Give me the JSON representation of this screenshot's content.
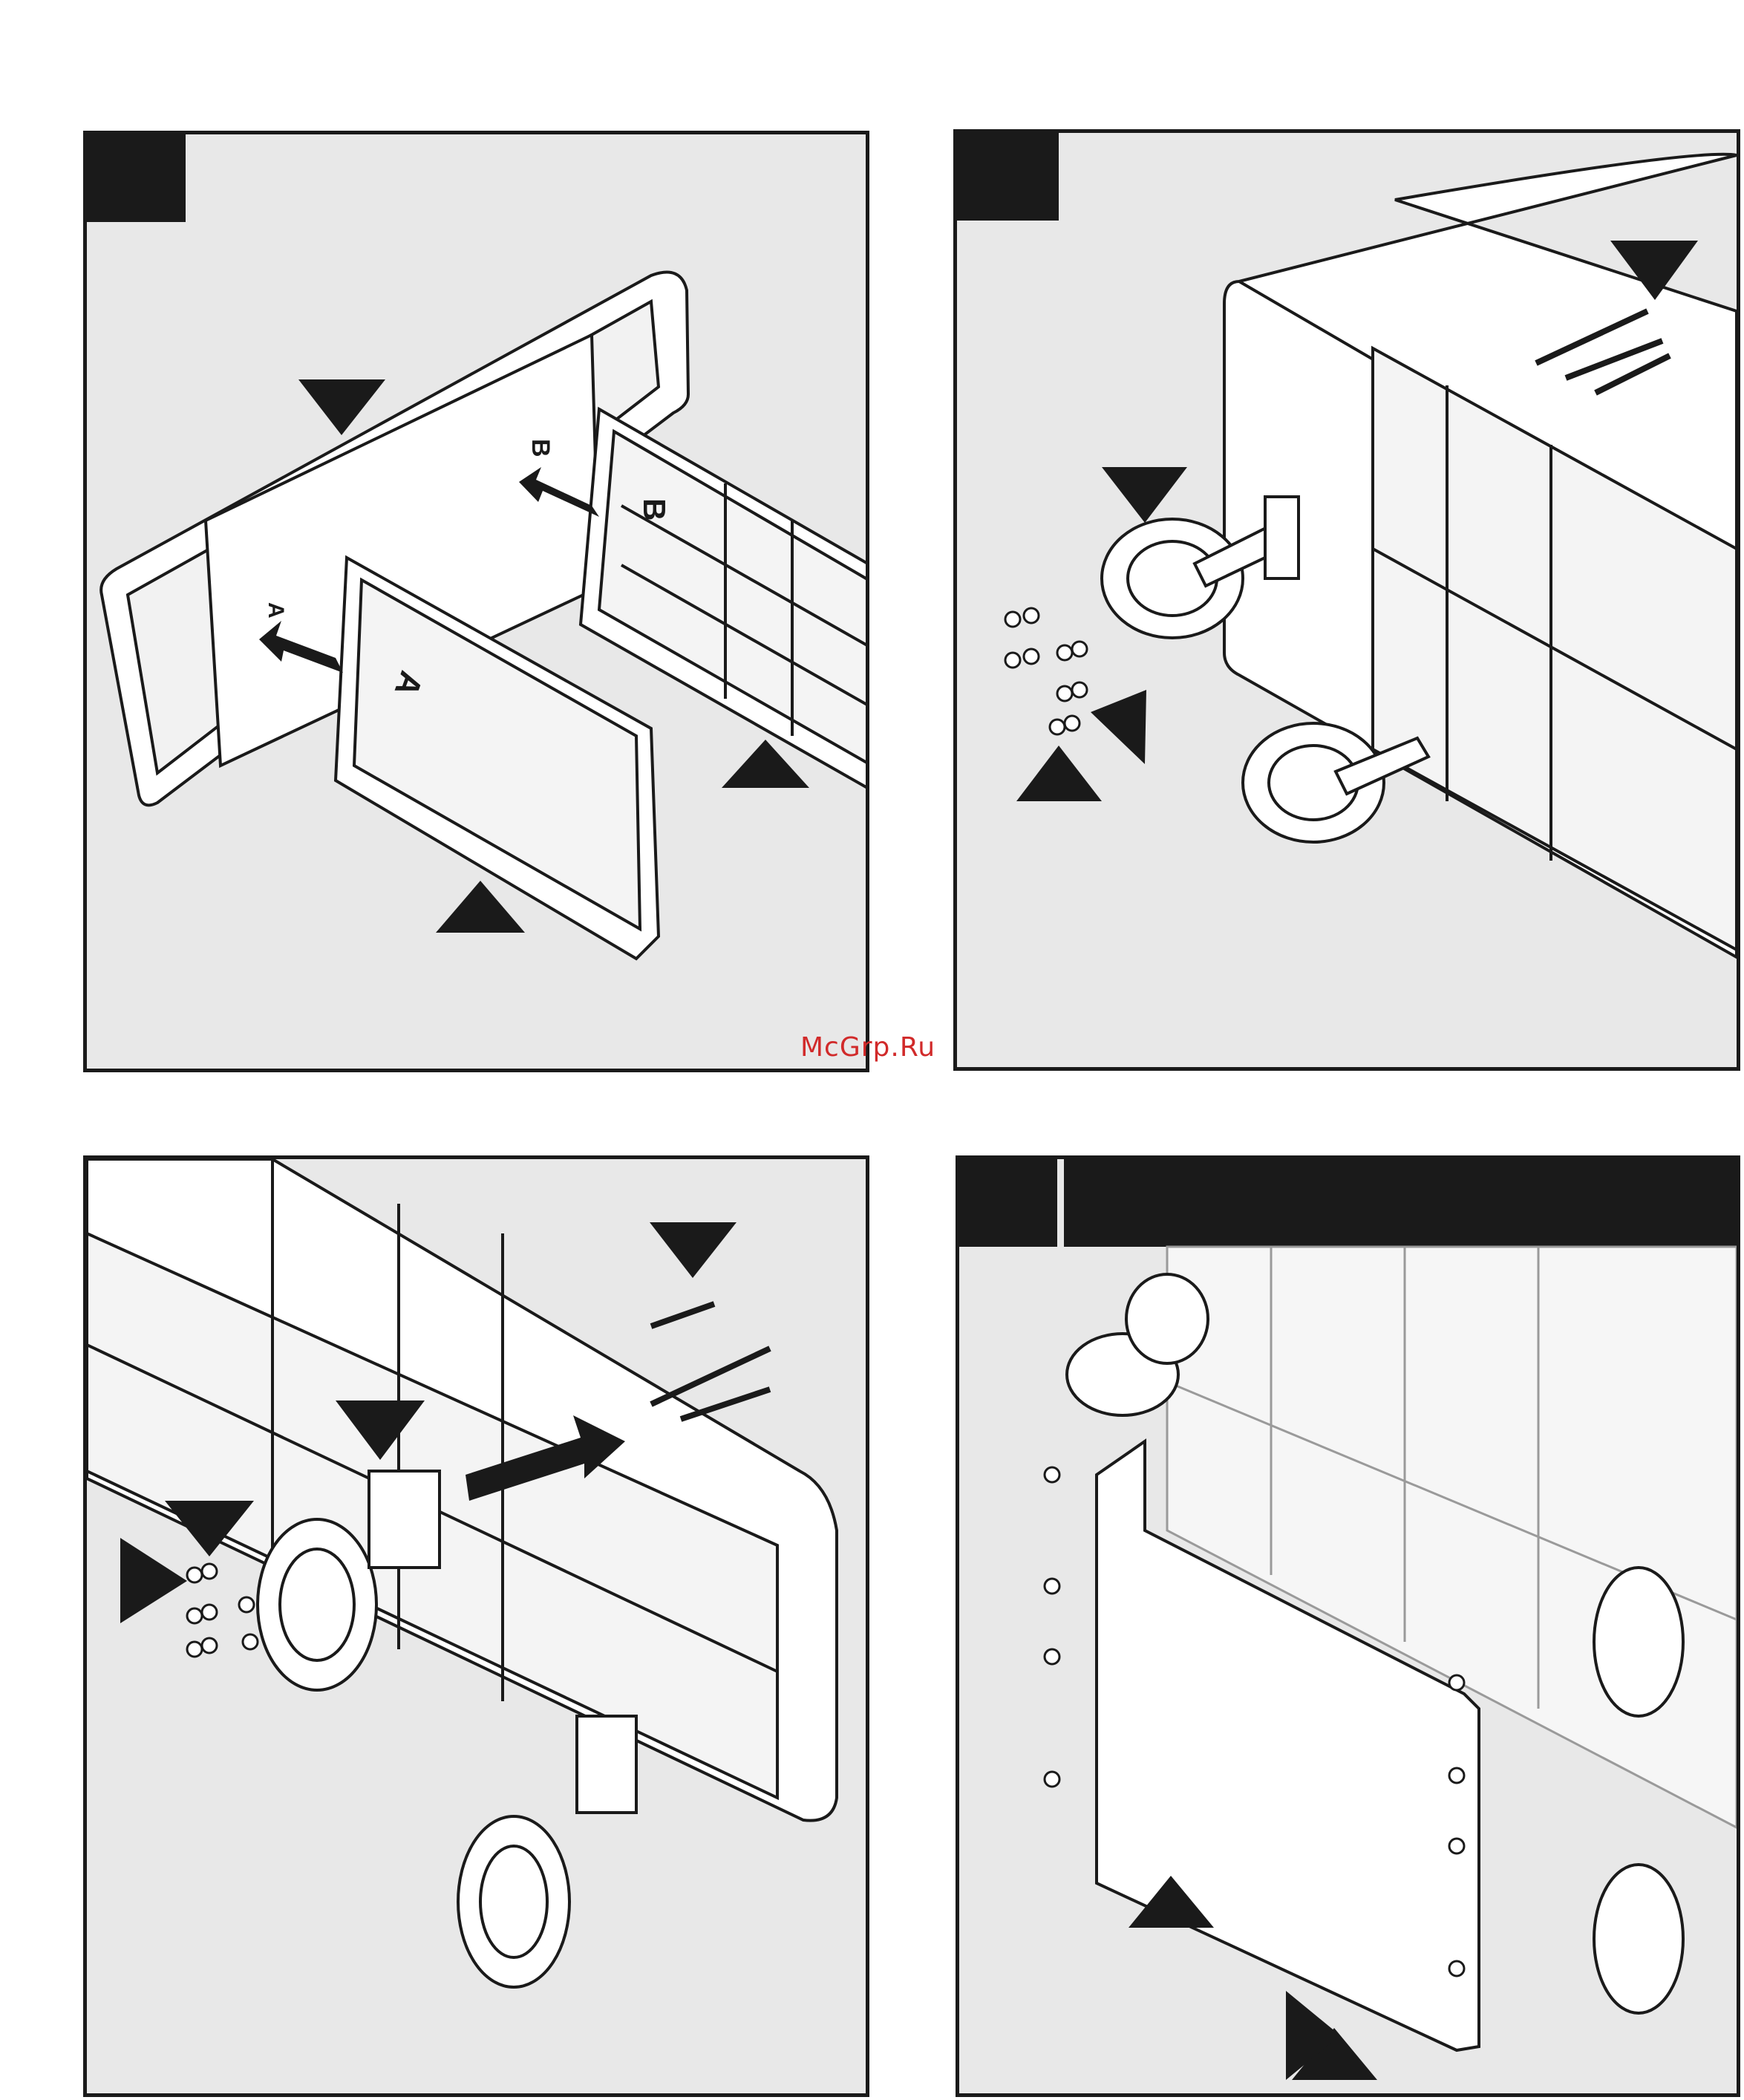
{
  "document": {
    "type": "assembly-instructions",
    "panels": [
      {
        "id": "step-1",
        "labels": [
          "A",
          "B",
          "A",
          "B"
        ]
      },
      {
        "id": "step-2",
        "labels": []
      },
      {
        "id": "step-3",
        "labels": []
      },
      {
        "id": "step-4",
        "labels": []
      }
    ]
  },
  "watermark": "McGrp.Ru",
  "colors": {
    "panel_bg": "#e8e8e8",
    "ink": "#1a1a1a",
    "part": "#ffffff",
    "watermark": "#d12a2a"
  }
}
